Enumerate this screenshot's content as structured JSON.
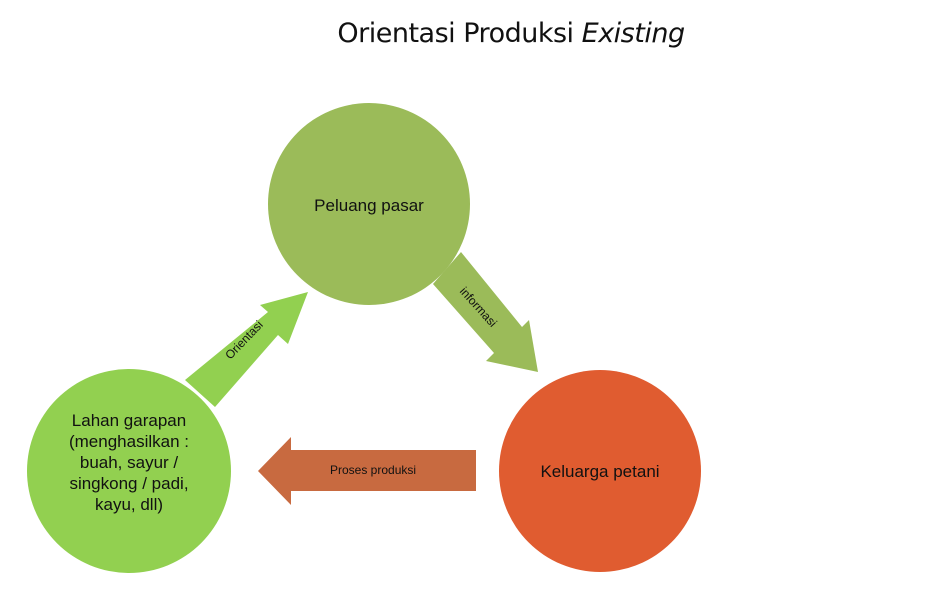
{
  "title": {
    "main": "Orientasi Produksi",
    "italic": "Existing"
  },
  "nodes": {
    "market": {
      "label": "Peluang pasar"
    },
    "family": {
      "label": "Keluarga petani"
    },
    "land": {
      "lines": [
        "Lahan garapan",
        "(menghasilkan :",
        "buah, sayur /",
        "singkong / padi,",
        "kayu, dll)"
      ]
    }
  },
  "arrows": {
    "orientation": {
      "label": "Orientasi"
    },
    "information": {
      "label": "informasi"
    },
    "production": {
      "label": "Proses produksi"
    }
  },
  "colors": {
    "market_fill": "#9bbb59",
    "land_fill": "#92d050",
    "family_fill": "#e05c30",
    "arrow_info": "#9bbb59",
    "arrow_orient": "#92d050",
    "arrow_prod": "#c86a40"
  }
}
